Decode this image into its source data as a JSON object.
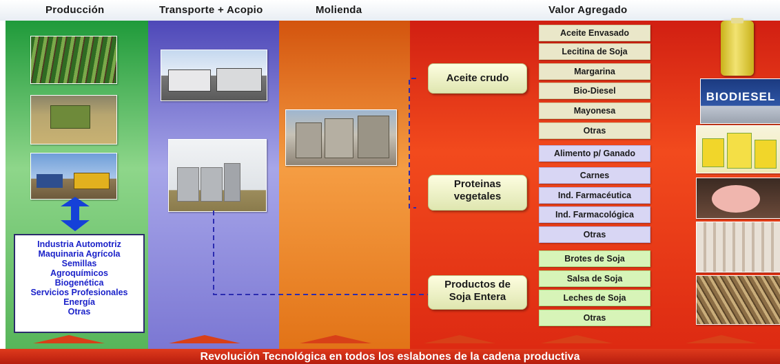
{
  "headers": {
    "produccion": "Producción",
    "transporte": "Transporte + Acopio",
    "molienda": "Molienda",
    "valor": "Valor Agregado"
  },
  "industry_list": [
    "Industria Automotriz",
    "Maquinaria Agrícola",
    "Semillas",
    "Agroquímicos",
    "Biogenética",
    "Servicios Profesionales",
    "Energía",
    "Otras"
  ],
  "categories": {
    "aceite": "Aceite crudo",
    "proteinas_1": "Proteinas",
    "proteinas_2": "vegetales",
    "soja_1": "Productos de",
    "soja_2": "Soja Entera"
  },
  "aceite_products": [
    "Aceite Envasado",
    "Lecitina de Soja",
    "Margarina",
    "Bio-Diesel",
    "Mayonesa",
    "Otras"
  ],
  "proteina_products": [
    "Alimento p/ Ganado",
    "Carnes",
    "Ind. Farmacéutica",
    "Ind. Farmacológica",
    "Otras"
  ],
  "soja_products": [
    "Brotes de Soja",
    "Salsa de Soja",
    "Leches de Soja",
    "Otras"
  ],
  "biodiesel_label": "BIODIESEL",
  "footer": "Revolución Tecnológica en todos los eslabones de la cadena productiva",
  "colors": {
    "produccion": "#57b55a",
    "transporte": "#7b77d3",
    "molienda": "#e27317",
    "valor": "#dd2a12",
    "industry_text": "#1b22c9",
    "connector": "#2b2bb0"
  }
}
